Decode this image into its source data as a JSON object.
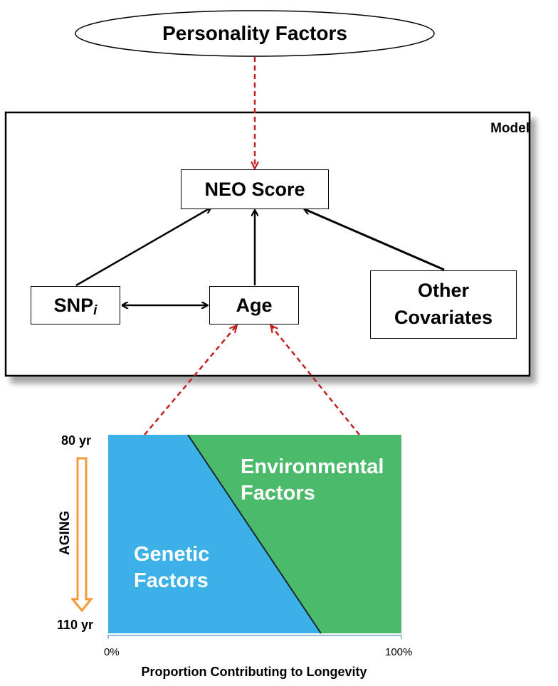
{
  "top_node": {
    "label": "Personality Factors"
  },
  "model": {
    "label": "Model",
    "nodes": {
      "neo": "NEO Score",
      "snp_main": "SNP",
      "snp_sub": "i",
      "age": "Age",
      "other_line1": "Other",
      "other_line2": "Covariates"
    }
  },
  "longevity": {
    "top_age": "80 yr",
    "bottom_age": "110 yr",
    "aging_label": "AGING",
    "genetic_line1": "Genetic",
    "genetic_line2": "Factors",
    "environmental_line1": "Environmental",
    "environmental_line2": "Factors",
    "x_min_label": "0%",
    "x_max_label": "100%",
    "x_axis_title": "Proportion Contributing to Longevity",
    "colors": {
      "genetic": "#3bb1e8",
      "environmental": "#4cba6b",
      "aging_arrow": "#f39a3c",
      "dashed_arrow": "#c0201e"
    }
  }
}
